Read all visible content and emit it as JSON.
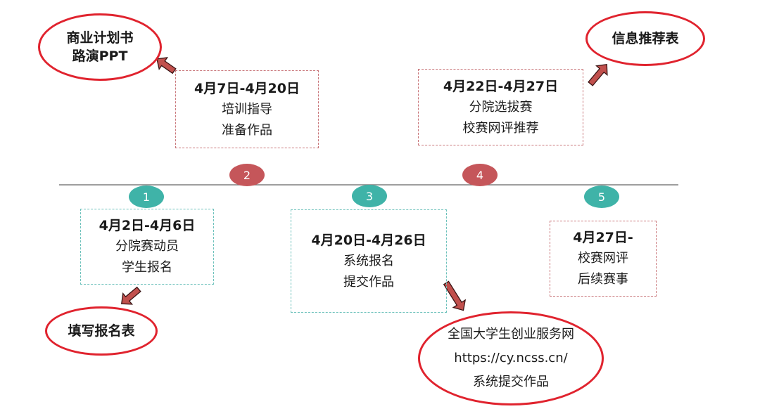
{
  "colors": {
    "teal": "#3fb3a8",
    "red_marker": "#c5565a",
    "bubble_border": "#e0232e",
    "arrow_fill": "#c1504d"
  },
  "steps": [
    {
      "number": "1",
      "date": "4月2日-4月6日",
      "lines": [
        "分院赛动员",
        "学生报名"
      ]
    },
    {
      "number": "2",
      "date": "4月7日-4月20日",
      "lines": [
        "培训指导",
        "准备作品"
      ]
    },
    {
      "number": "3",
      "date": "4月20日-4月26日",
      "lines": [
        "系统报名",
        "提交作品"
      ]
    },
    {
      "number": "4",
      "date": "4月22日-4月27日",
      "lines": [
        "分院选拔赛",
        "校赛网评推荐"
      ]
    },
    {
      "number": "5",
      "date": "4月27日-",
      "lines": [
        "校赛网评",
        "后续赛事"
      ]
    }
  ],
  "bubbles": {
    "business_plan": {
      "line1": "商业计划书",
      "line2": "路演PPT"
    },
    "info_form": {
      "line1": "信息推荐表"
    },
    "signup_form": {
      "line1": "填写报名表"
    },
    "platform": {
      "line1": "全国大学生创业服务网",
      "line2": "https://cy.ncss.cn/",
      "line3": "系统提交作品"
    }
  }
}
